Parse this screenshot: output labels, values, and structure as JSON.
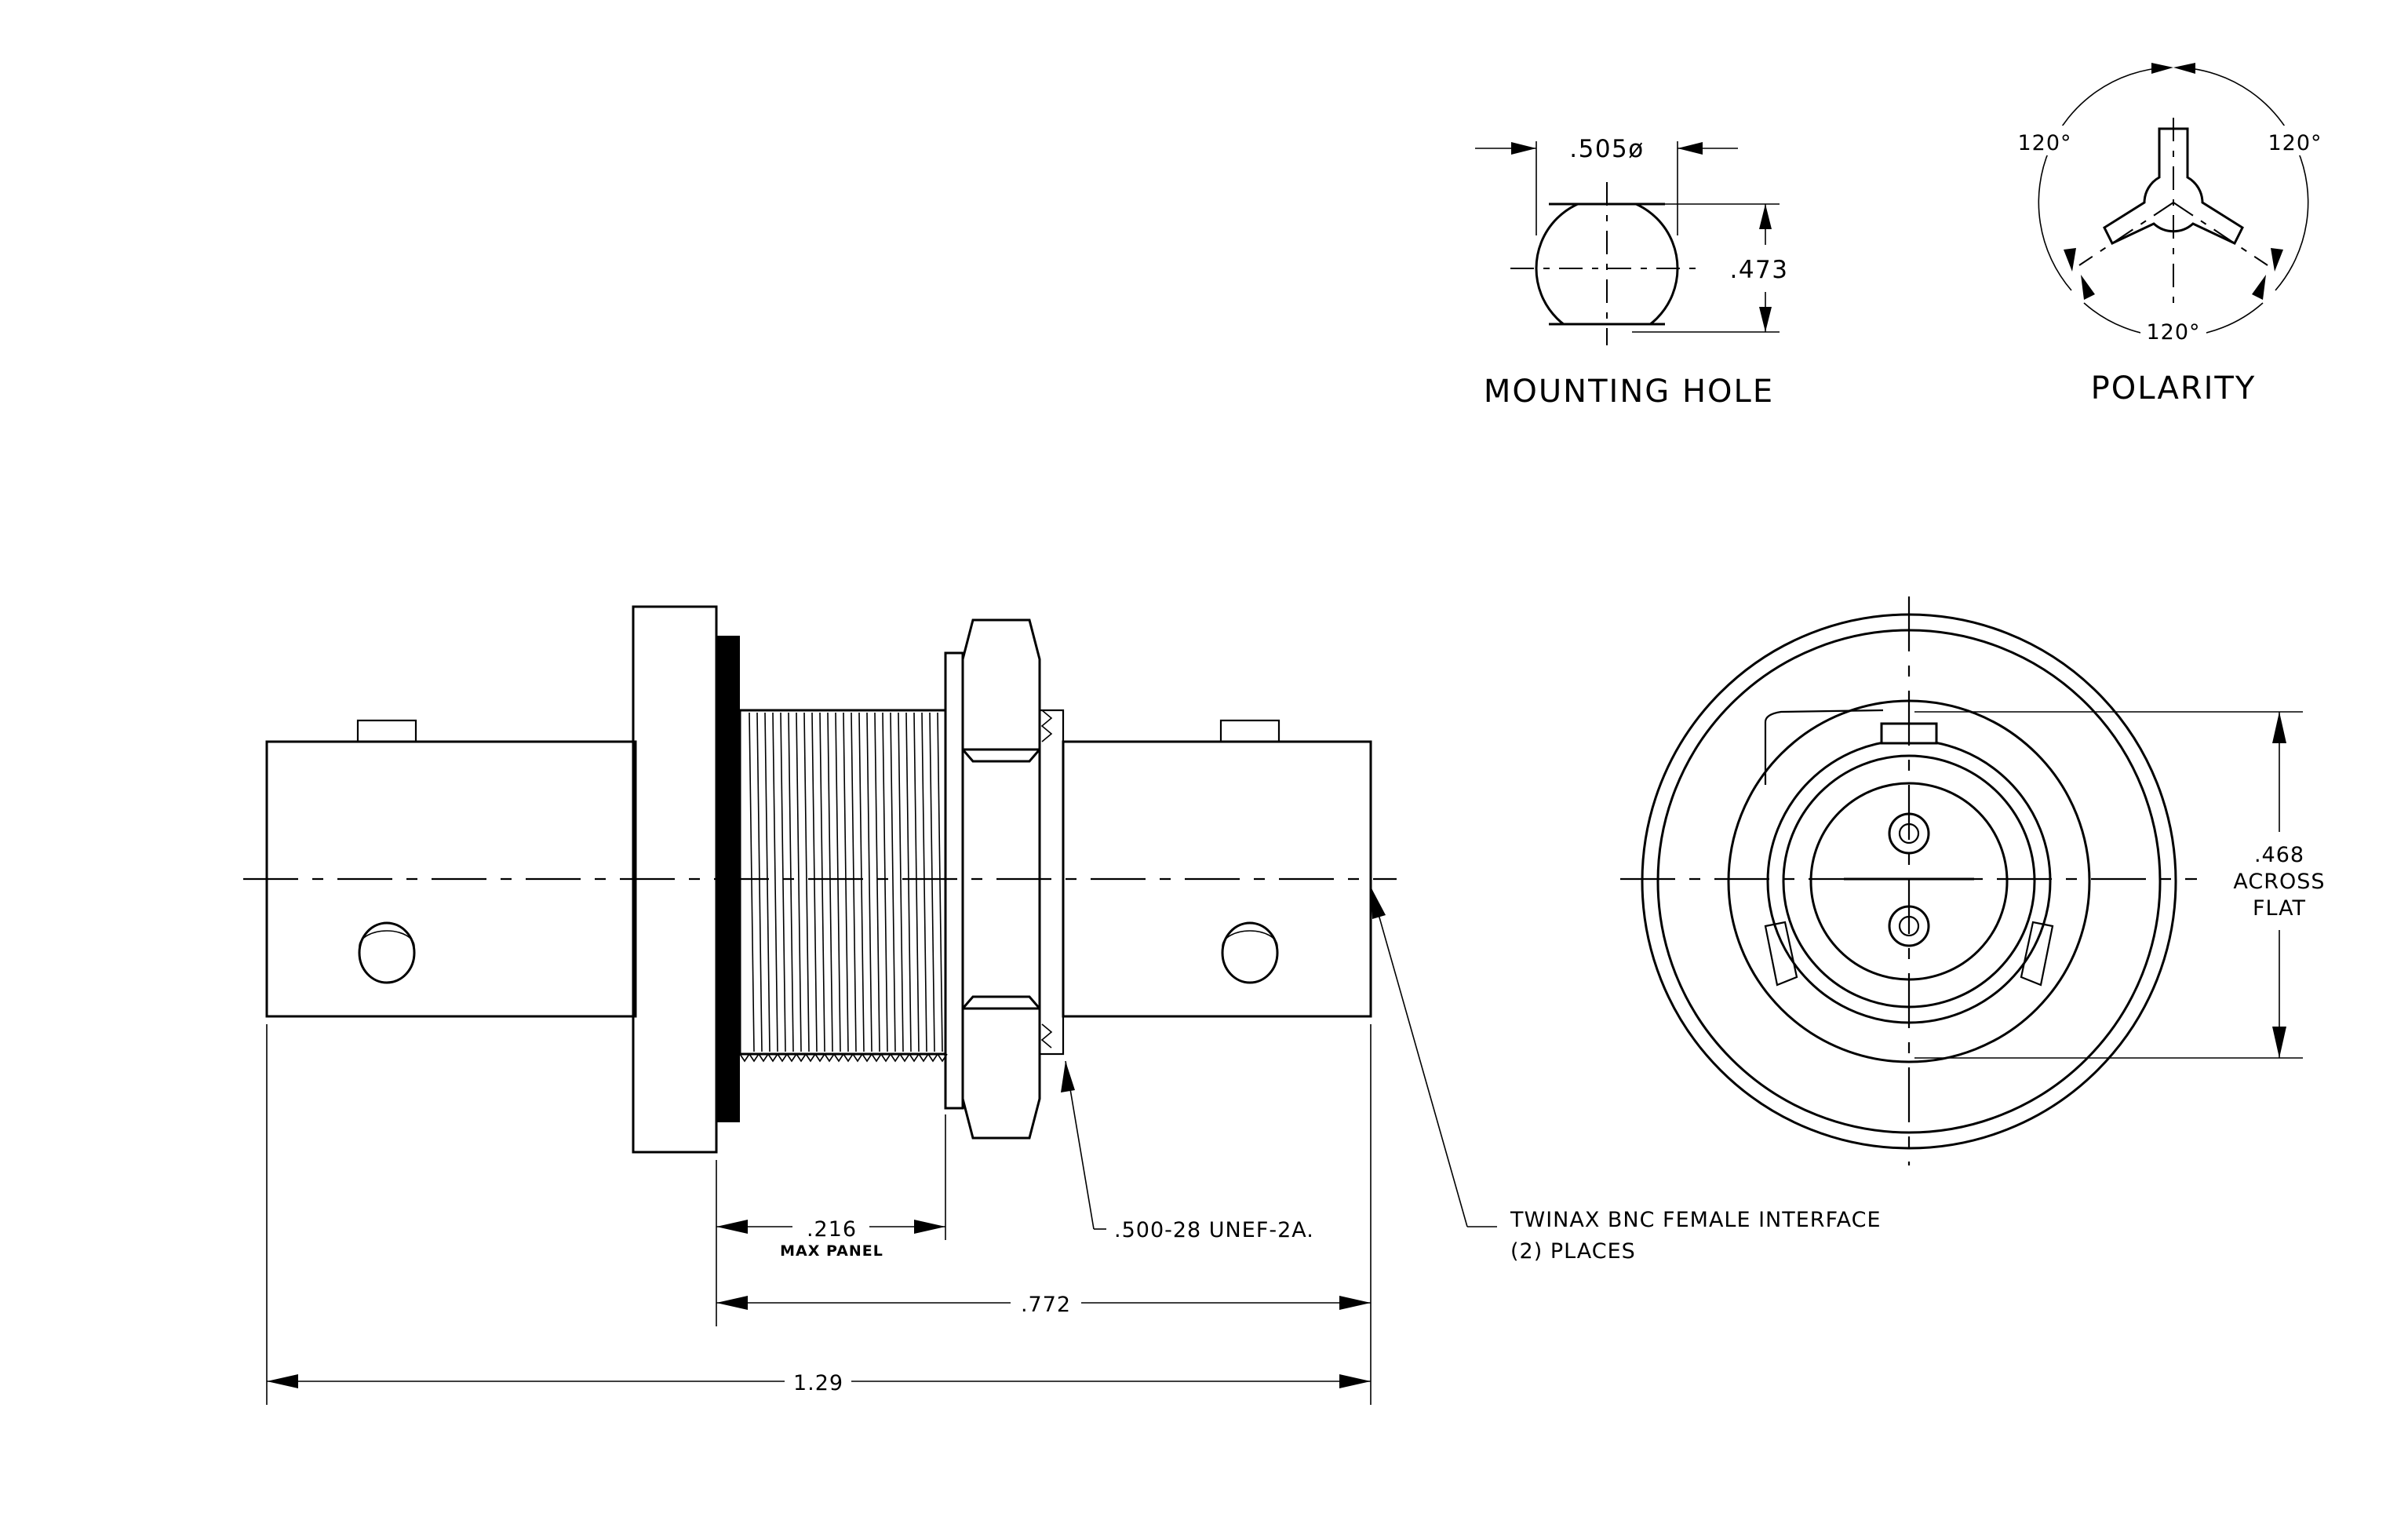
{
  "mounting_hole": {
    "title": "MOUNTING HOLE",
    "diameter": ".505ø",
    "flat_height": ".473"
  },
  "polarity": {
    "title": "POLARITY",
    "angle_left": "120°",
    "angle_right": "120°",
    "angle_bottom": "120°"
  },
  "side_view": {
    "dim_panel": ".216",
    "dim_panel_note": "MAX PANEL",
    "thread_callout": ".500-28 UNEF-2A.",
    "dim_mid": ".772",
    "dim_overall": "1.29",
    "interface_line1": "TWINAX BNC FEMALE INTERFACE",
    "interface_line2": "(2) PLACES"
  },
  "end_view": {
    "flat_value": ".468",
    "flat_line2": "ACROSS",
    "flat_line3": "FLAT"
  }
}
